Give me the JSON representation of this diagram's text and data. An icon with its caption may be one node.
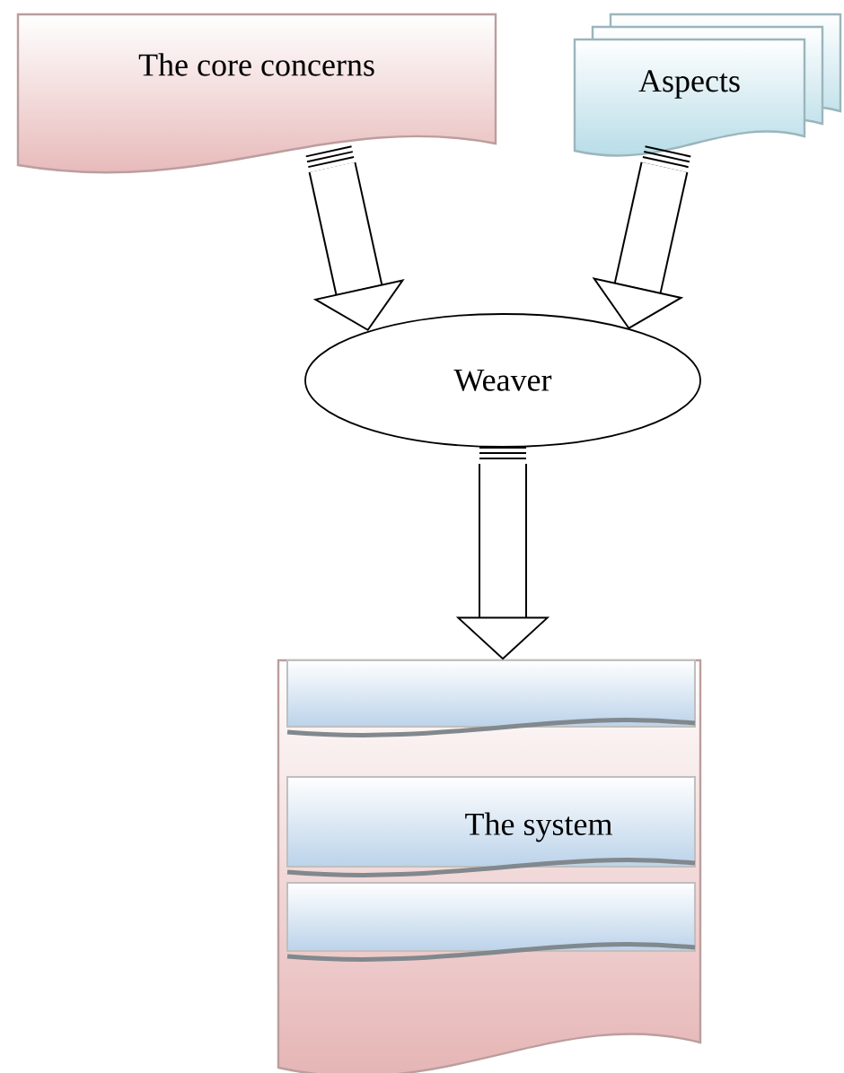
{
  "diagram": {
    "nodes": [
      {
        "text": [
          "The core concerns"
        ]
      },
      {
        "text": [
          "Aspects"
        ]
      },
      {
        "text": [
          "Weaver"
        ]
      },
      {
        "text": [],
        "shape": "box"
      },
      {
        "text": [],
        "shape": "box",
        "in": 3
      },
      {
        "text": [
          "The system"
        ],
        "in": 3
      },
      {
        "text": [],
        "shape": "box",
        "in": 3
      }
    ],
    "edges": [
      {
        "from": 0,
        "to": 2,
        "arrow": "to"
      },
      {
        "from": 1,
        "to": 2,
        "arrow": "to"
      },
      {
        "from": 2,
        "to": 3,
        "arrow": "to"
      }
    ]
  }
}
